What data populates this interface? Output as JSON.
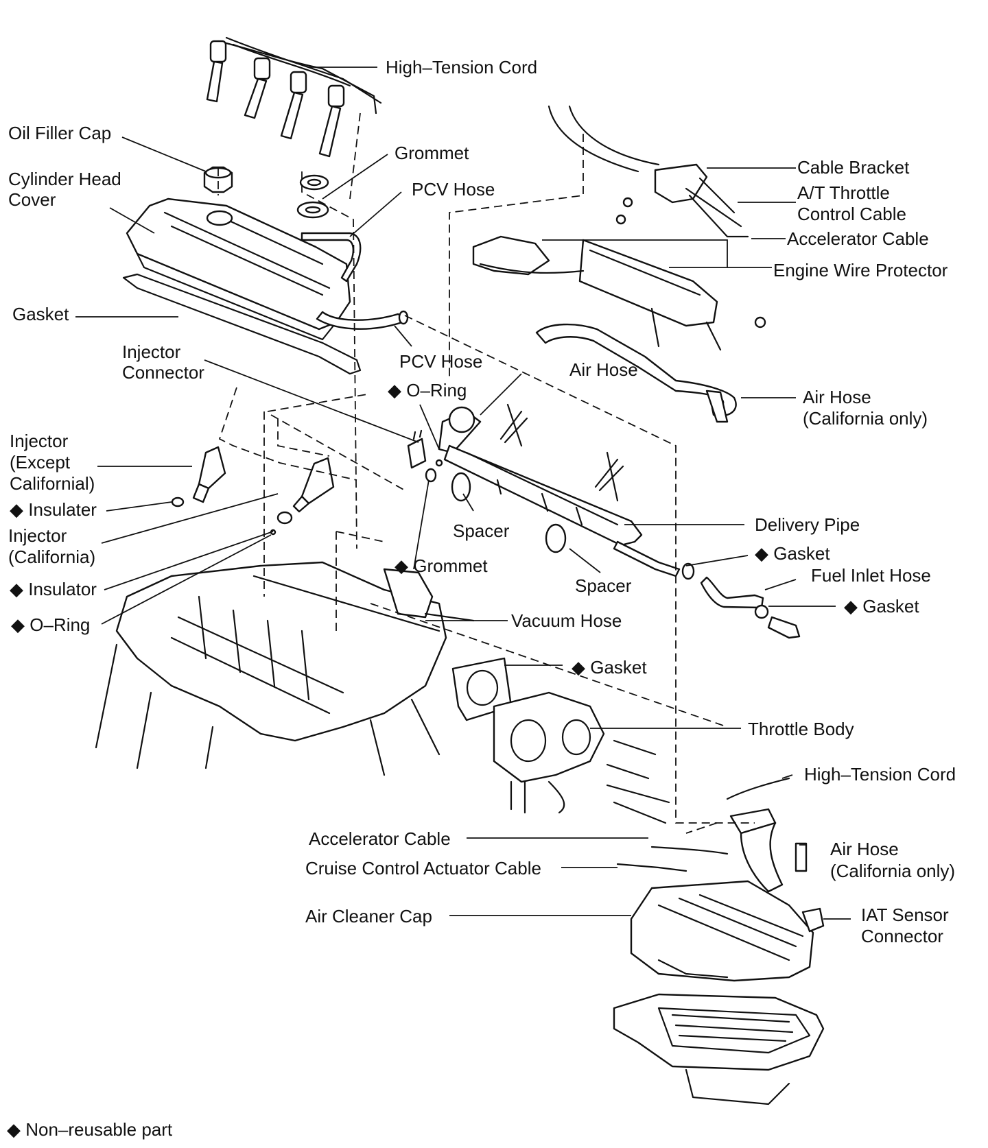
{
  "labels": {
    "high_tension_cord_top": "High–Tension Cord",
    "oil_filler_cap": "Oil Filler Cap",
    "grommet_top": "Grommet",
    "cylinder_head_cover_l1": "Cylinder Head",
    "cylinder_head_cover_l2": "Cover",
    "pcv_hose_top": "PCV Hose",
    "cable_bracket": "Cable Bracket",
    "at_throttle_l1": "A/T Throttle",
    "at_throttle_l2": "Control Cable",
    "accelerator_cable_top": "Accelerator Cable",
    "engine_wire_protector": "Engine Wire Protector",
    "gasket_cover": "Gasket",
    "injector_connector_l1": "Injector",
    "injector_connector_l2": "Connector",
    "pcv_hose_mid": "PCV Hose",
    "air_hose_mid": "Air Hose",
    "o_ring_mid": "O–Ring",
    "air_hose_ca_top_l1": "Air Hose",
    "air_hose_ca_top_l2": "(California only)",
    "injector_except_l1": "Injector",
    "injector_except_l2": "(Except",
    "injector_except_l3": "Californial)",
    "insulater": "Insulater",
    "injector_ca_l1": "Injector",
    "injector_ca_l2": "(California)",
    "spacer_1": "Spacer",
    "delivery_pipe": "Delivery Pipe",
    "gasket_delivery": "Gasket",
    "insulator": "Insulator",
    "grommet_mid": "Grommet",
    "spacer_2": "Spacer",
    "fuel_inlet_hose": "Fuel Inlet Hose",
    "gasket_fuel": "Gasket",
    "o_ring_left": "O–Ring",
    "vacuum_hose": "Vacuum Hose",
    "gasket_throttle": "Gasket",
    "throttle_body": "Throttle Body",
    "high_tension_cord_bottom": "High–Tension Cord",
    "accelerator_cable_bottom": "Accelerator Cable",
    "air_hose_ca_bottom_l1": "Air Hose",
    "air_hose_ca_bottom_l2": "(California only)",
    "cruise_control_cable": "Cruise Control Actuator Cable",
    "air_cleaner_cap": "Air Cleaner Cap",
    "iat_sensor_l1": "IAT Sensor",
    "iat_sensor_l2": "Connector"
  },
  "legend": {
    "symbol": "◆",
    "text": "Non–reusable part"
  }
}
